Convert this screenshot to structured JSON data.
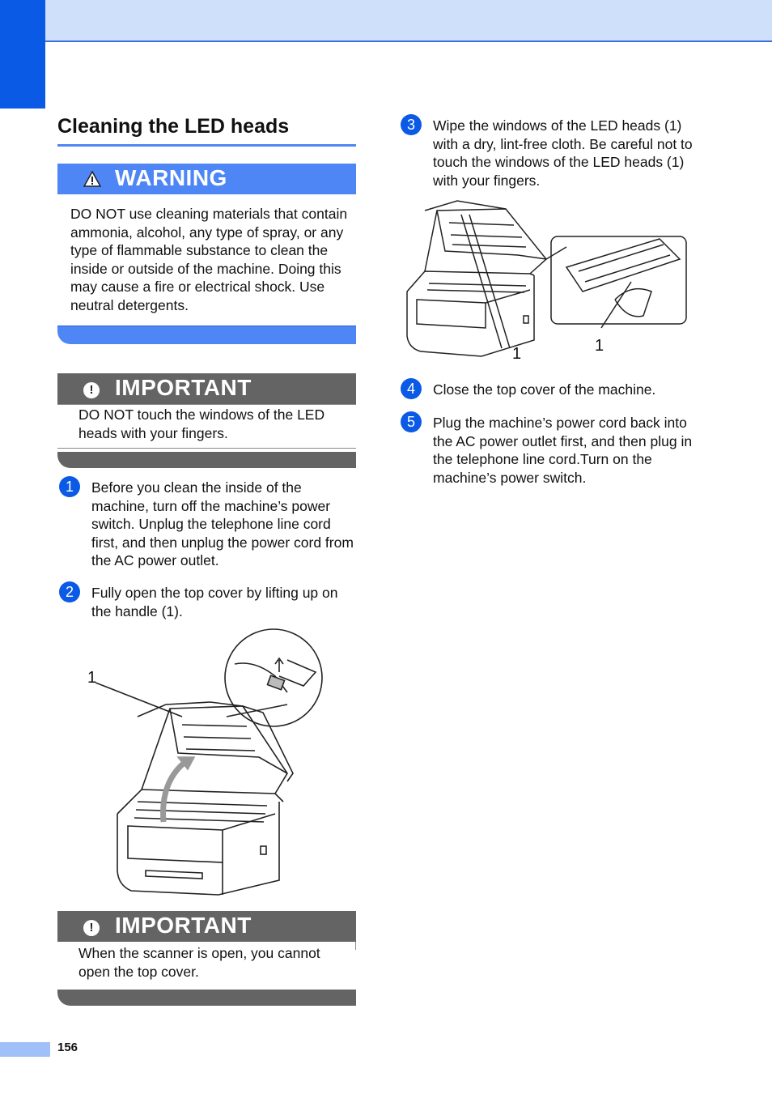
{
  "section_title": "Cleaning the LED heads",
  "warning": {
    "label": "WARNING",
    "text": "DO NOT use cleaning materials that contain ammonia, alcohol, any type of spray, or any type of flammable substance to clean the inside or outside of the machine. Doing this may cause a fire or electrical shock. Use neutral detergents."
  },
  "important1": {
    "label": "IMPORTANT",
    "text": "DO NOT touch the windows of the LED heads with your fingers."
  },
  "important2": {
    "label": "IMPORTANT",
    "text": "When the scanner is open, you cannot open the top cover."
  },
  "steps": [
    {
      "num": "1",
      "text": "Before you clean the inside of the machine, turn off the machine’s power switch. Unplug the telephone line cord first, and then unplug the power cord from the AC power outlet."
    },
    {
      "num": "2",
      "text": "Fully open the top cover by lifting up on the handle (1)."
    },
    {
      "num": "3",
      "text": "Wipe the windows of the LED heads (1) with a dry, lint-free cloth. Be careful not to touch the windows of the LED heads (1) with your fingers."
    },
    {
      "num": "4",
      "text": "Close the top cover of the machine."
    },
    {
      "num": "5",
      "text": "Plug the machine’s power cord back into the AC power outlet first, and then plug in the telephone line cord.Turn on the machine’s power switch."
    }
  ],
  "figure1": {
    "callout": "1"
  },
  "figure2": {
    "callout_left": "1",
    "callout_right": "1"
  },
  "page_number": "156",
  "colors": {
    "accent": "#0a5ae6",
    "warning_bar": "#4f86f5",
    "important_bar": "#646464"
  }
}
